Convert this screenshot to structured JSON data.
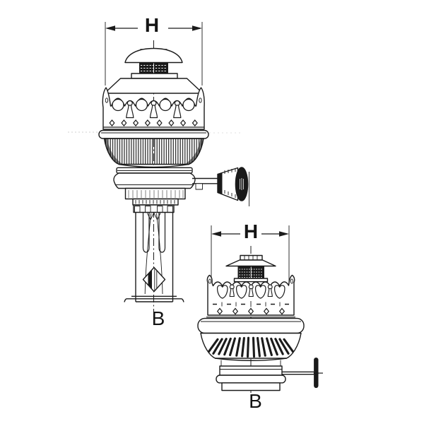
{
  "colors": {
    "ink": "#1b1b1b",
    "paper": "#ffffff"
  },
  "drawing": {
    "large_burner": {
      "height_label": "H",
      "base_label": "B"
    },
    "small_burner": {
      "height_label": "H",
      "base_label": "B"
    }
  }
}
